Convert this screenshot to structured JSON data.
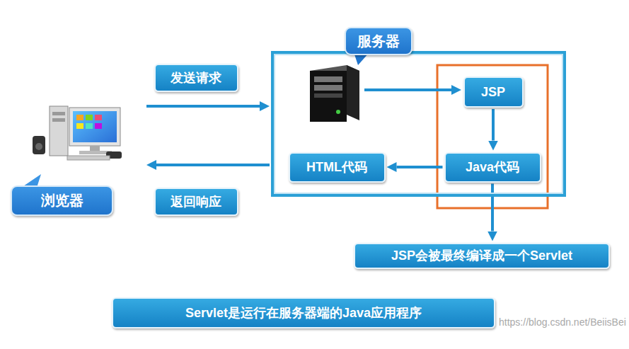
{
  "diagram": {
    "nodes": [
      {
        "text": [
          "服务器"
        ]
      },
      {
        "text": [
          "JSP"
        ],
        "in": 0
      },
      {
        "text": [
          "Java代码"
        ],
        "in": 0
      },
      {
        "text": [
          "HTML代码"
        ],
        "in": 0
      },
      {
        "text": [
          "发送请求"
        ]
      },
      {
        "text": [
          "浏览器"
        ]
      },
      {
        "text": [
          "返回响应"
        ]
      },
      {
        "text": [
          "JSP会被最终编译成一个Servlet"
        ]
      },
      {
        "text": [
          "Servlet是运行在服务器端的Java应用程序"
        ]
      }
    ],
    "edges": [
      {
        "from": 5,
        "to": 0,
        "arrow": "to"
      },
      {
        "from": 0,
        "to": 5,
        "arrow": "to"
      },
      {
        "from": 1,
        "to": 2,
        "arrow": "to"
      },
      {
        "from": 2,
        "to": 3,
        "arrow": "to"
      },
      {
        "from": 2,
        "to": 7,
        "arrow": "to"
      }
    ],
    "labels": [
      "https://blog.csdn.net/BeiisBei"
    ]
  }
}
